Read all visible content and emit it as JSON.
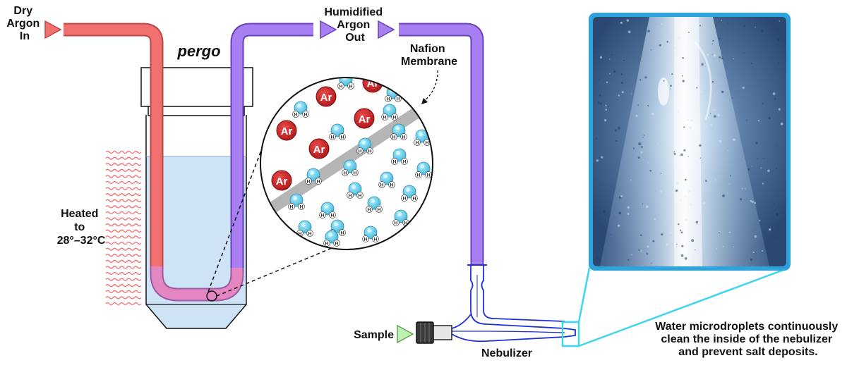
{
  "labels": {
    "dry_argon": [
      "Dry",
      "Argon",
      "In"
    ],
    "humidified_argon": [
      "Humidified",
      "Argon",
      "Out"
    ],
    "brand": "pergo",
    "nafion": [
      "Nafion",
      "Membrane"
    ],
    "heated": [
      "Heated",
      "to",
      "28°–32°C"
    ],
    "sample": "Sample",
    "nebulizer": "Nebulizer",
    "caption": [
      "Water microdroplets continuously",
      "clean the inside of the nebulizer",
      "and prevent salt deposits."
    ]
  },
  "molecules": {
    "argon_symbol": "Ar",
    "hydrogen_symbol": "H"
  },
  "colors": {
    "dry_tube": "#f07070",
    "dry_tube_outline": "#b84848",
    "humid_tube": "#a77ff0",
    "humid_tube_outline": "#6a3fc0",
    "water": "#cfe3f7",
    "argon_atom": "#c62020",
    "water_molecule": "#5cc8e0",
    "membrane": "#b5b5b5",
    "heat_waves": "#f26d6d",
    "nebulizer_glass": "#1c2fd9",
    "zoom_frame": "#2fa3dc",
    "highlight_box": "#3fd4f0",
    "sample_arrow": "#bff0b0"
  }
}
